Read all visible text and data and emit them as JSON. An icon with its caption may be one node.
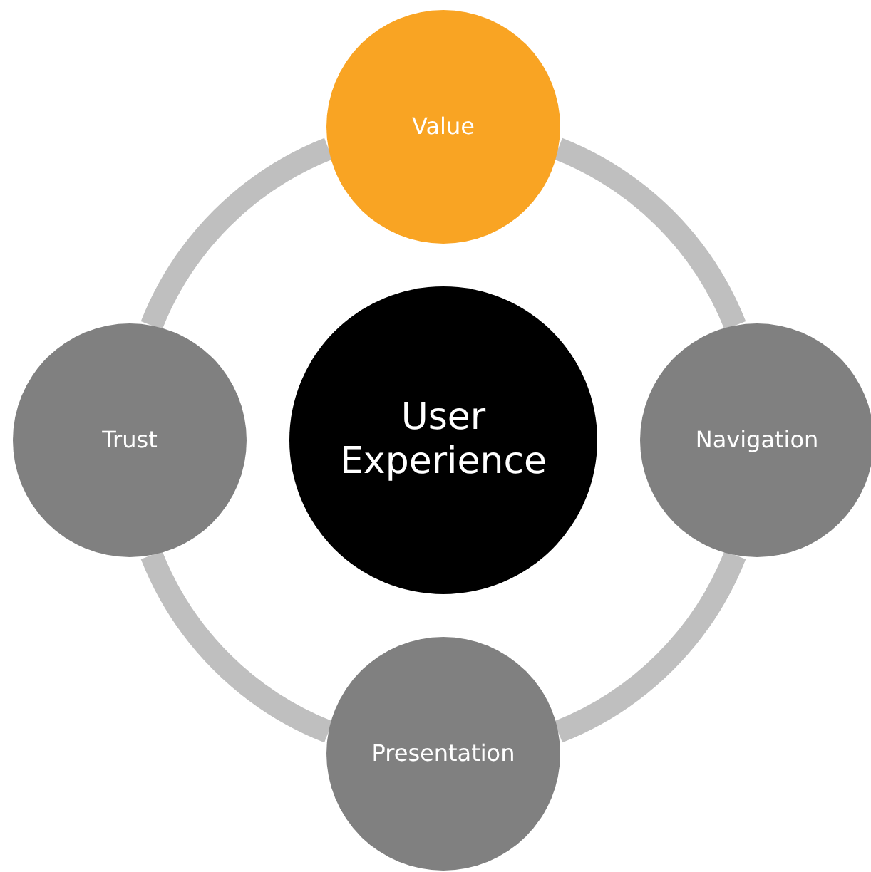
{
  "diagram": {
    "nodes": [
      {
        "text": [
          "Value"
        ]
      },
      {
        "text": [
          "Trust"
        ]
      },
      {
        "text": [
          "User Experience"
        ]
      },
      {
        "text": [
          "Navigation"
        ]
      },
      {
        "text": [
          "Presentation"
        ]
      }
    ],
    "edges": [
      {
        "from": 0,
        "to": 3,
        "arrow": "none"
      },
      {
        "from": 3,
        "to": 4,
        "arrow": "none"
      },
      {
        "from": 4,
        "to": 1,
        "arrow": "none"
      },
      {
        "from": 1,
        "to": 0,
        "arrow": "none"
      }
    ]
  }
}
